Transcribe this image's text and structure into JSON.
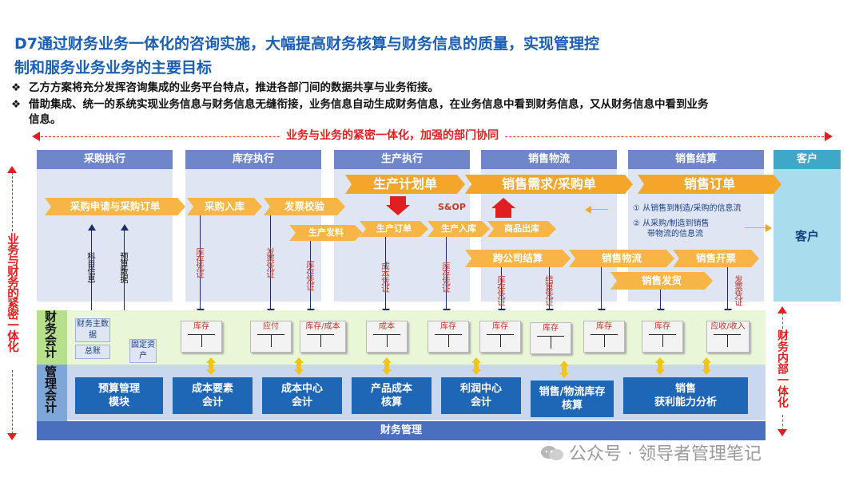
{
  "title": "D7通过财务业务一体化的咨询实施，大幅提高财务核算与财务信息的质量，实现管理控制和服务业务业务的主要目标",
  "title_line1": "D7通过财务业务一体化的咨询实施，大幅提高财务核算与财务信息的质量，实现管理控",
  "title_line2": "制和服务业务业务的主要目标",
  "bullets": [
    "乙方方案将充分发挥咨询集成的业务平台特点，推进各部门间的数据共享与业务衔接。",
    "借助集成、统一的系统实现业务信息与财务信息无缝衔接，业务信息自动生成财务信息，在业务信息中看到财务信息，又从财务信息中看到业务",
    "信息。"
  ],
  "bullet_marker": "❖",
  "banner": "业务与业务的紧密一体化，加强的部门协同",
  "columns": [
    "采购执行",
    "库存执行",
    "生产执行",
    "销售物流",
    "销售结算"
  ],
  "customer_header": "客户",
  "customer_label": "客户",
  "flows": {
    "plan": "生产计划单",
    "demand": "销售需求/采购单",
    "order": "销售订单",
    "purchase_request": "采购申请与采购订单",
    "purchase_in": "采购入库",
    "invoice_check": "发票校验",
    "prod_issue": "生产发料",
    "prod_order": "生产订单",
    "prod_in": "生产入库",
    "goods_out": "商品出库",
    "sop": "S&OP",
    "intercompany": "跨公司结算",
    "sales_logistics": "销售物流",
    "sales_invoice": "销售开票",
    "sales_ship": "销售发货",
    "info1": "① 从销售到制造/采购的信息流",
    "info2a": "② 从采购/制造到销售",
    "info2b": "带物流的信息流"
  },
  "vlabels": {
    "subject_info": "科目信息",
    "budget_data": "预算数据",
    "inv_voucher1": "库存凭证",
    "invoice_voucher": "发票凭证",
    "inv_voucher2": "库存凭证",
    "cost_voucher": "成本凭证",
    "inv_voucher3": "库存凭证",
    "inv_voucher4": "库存凭证",
    "settle_voucher": "结算凭证",
    "invoice_voucher2": "发票凭证"
  },
  "ledgers": [
    "库存",
    "应付",
    "库存/成本",
    "成本",
    "库存",
    "库存",
    "库存",
    "库存",
    "库存",
    "应收/收入"
  ],
  "left_boxes": {
    "master": "财务主数据",
    "gl": "总账",
    "fixed": "固定资产"
  },
  "modules": [
    "预算管理\n模块",
    "成本要素\n会计",
    "成本中心\n会计",
    "产品成本\n核算",
    "利润中心\n会计",
    "销售/物流库存\n核算",
    "销售\n获利能力分析"
  ],
  "left_labels": {
    "fin_acct": "财务会计",
    "mgmt_acct": "管理会计",
    "integration": "业务与财务的紧密一体化",
    "internal": "财务内部一体化"
  },
  "bottom_bar": "财务管理",
  "watermark": "公众号 · 领导者管理笔记",
  "colors": {
    "accent_blue": "#1a5fb4",
    "orange": "#f4a62a",
    "red": "#e02020",
    "module_blue": "#1e66b6"
  }
}
